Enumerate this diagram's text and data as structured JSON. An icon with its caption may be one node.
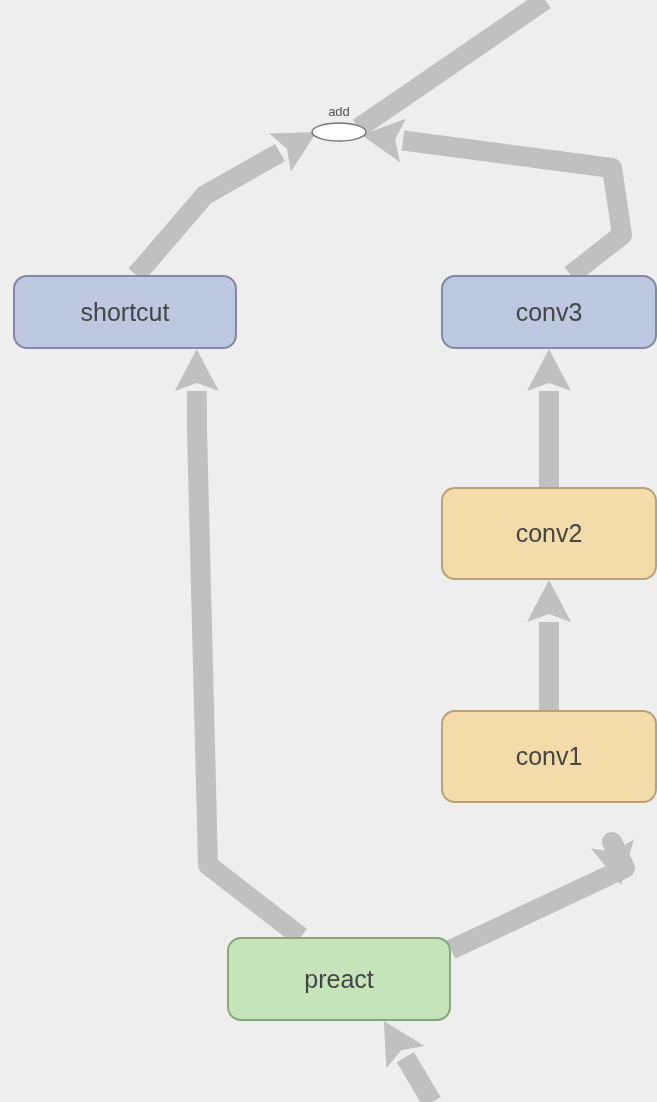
{
  "diagram": {
    "nodes": [
      {
        "text": [
          "add"
        ]
      },
      {
        "text": [
          "shortcut"
        ]
      },
      {
        "text": [
          "conv3"
        ]
      },
      {
        "text": [
          "conv2"
        ]
      },
      {
        "text": [
          "conv1"
        ]
      },
      {
        "text": [
          "preact"
        ]
      }
    ],
    "edges": [
      {
        "from": 0,
        "to": null,
        "arrow": "none"
      },
      {
        "from": 1,
        "to": 0,
        "arrow": "to"
      },
      {
        "from": 2,
        "to": 0,
        "arrow": "to"
      },
      {
        "from": 3,
        "to": 2,
        "arrow": "to"
      },
      {
        "from": 4,
        "to": 3,
        "arrow": "to"
      },
      {
        "from": 5,
        "to": 4,
        "arrow": "to"
      },
      {
        "from": 5,
        "to": 1,
        "arrow": "to"
      },
      {
        "from": null,
        "to": 5,
        "arrow": "to"
      }
    ]
  }
}
